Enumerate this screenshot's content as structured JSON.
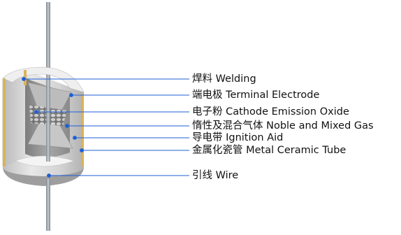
{
  "diagram": {
    "labels": [
      {
        "id": "welding",
        "text": "焊料 Welding"
      },
      {
        "id": "terminal-electrode",
        "text": "端电极 Terminal Electrode"
      },
      {
        "id": "cathode-emission-oxide",
        "text": "电子粉 Cathode Emission Oxide"
      },
      {
        "id": "noble-mixed-gas",
        "text": "惰性及混合气体 Noble and Mixed Gas"
      },
      {
        "id": "ignition-aid",
        "text": "导电带 Ignition Aid"
      },
      {
        "id": "metal-ceramic-tube",
        "text": "金属化瓷管 Metal Ceramic Tube"
      },
      {
        "id": "wire",
        "text": "引线 Wire"
      }
    ],
    "colors": {
      "leader_line": "#1f5fd6",
      "ceramic": "#d8d8d8",
      "gold_electrode": "#d9b45a",
      "wire": "#9aa2aa"
    }
  }
}
